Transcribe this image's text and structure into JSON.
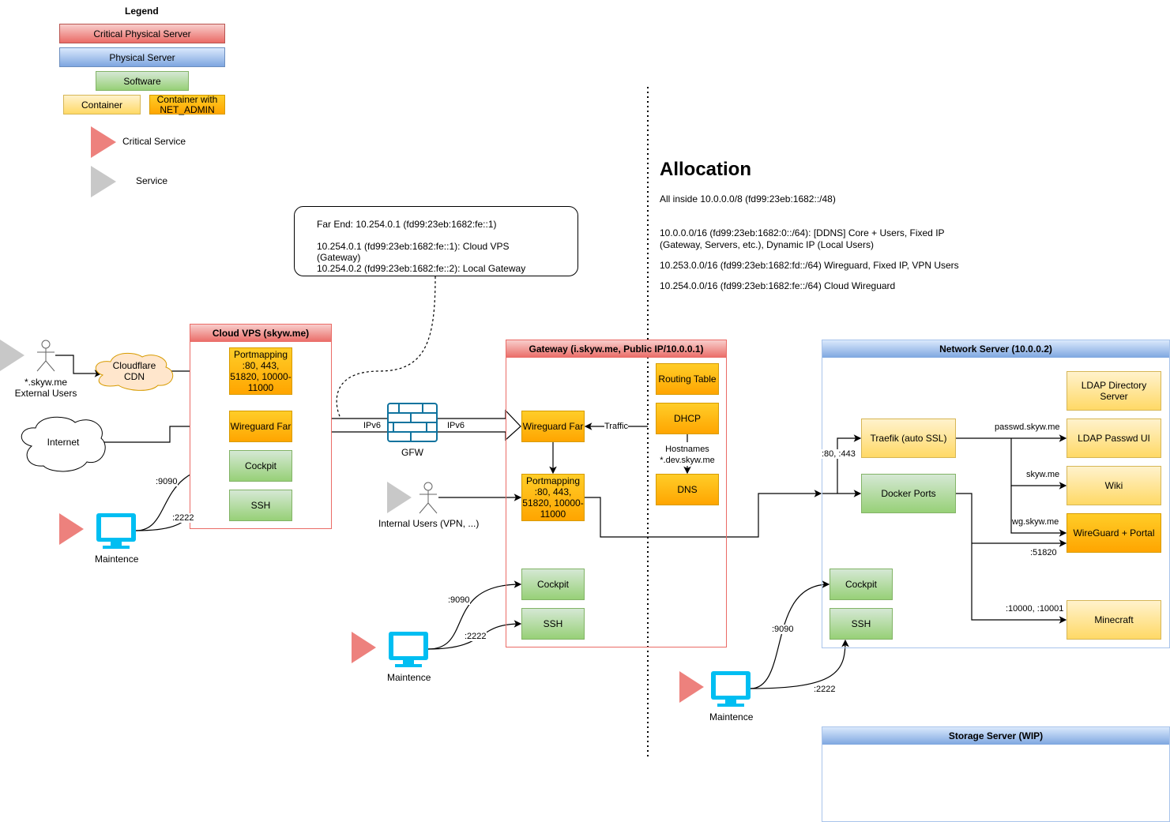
{
  "legend": {
    "title": "Legend",
    "critical_physical_server": "Critical Physical Server",
    "physical_server": "Physical Server",
    "software": "Software",
    "container": "Container",
    "container_net_admin": "Container with NET_ADMIN",
    "critical_service": "Critical Service",
    "service": "Service"
  },
  "callout": {
    "line1": "Far End: 10.254.0.1 (fd99:23eb:1682:fe::1)",
    "line2": "10.254.0.1 (fd99:23eb:1682:fe::1): Cloud VPS (Gateway)",
    "line3": "10.254.0.2 (fd99:23eb:1682:fe::2): Local Gateway"
  },
  "allocation": {
    "title": "Allocation",
    "intro": "All inside 10.0.0.0/8 (fd99:23eb:1682::/48)",
    "items": [
      "10.0.0.0/16 (fd99:23eb:1682:0::/64): [DDNS] Core + Users, Fixed IP (Gateway, Servers, etc.), Dynamic IP (Local Users)",
      "10.253.0.0/16 (fd99:23eb:1682:fd::/64) Wireguard, Fixed IP, VPN Users",
      "10.254.0.0/16 (fd99:23eb:1682:fe::/64) Cloud Wireguard"
    ]
  },
  "external": {
    "users": "*.skyw.me\nExternal Users",
    "cloudflare": "Cloudflare CDN",
    "internet": "Internet",
    "internal_users": "Internal Users (VPN, ...)",
    "gfw": "GFW",
    "ipv6": "IPv6"
  },
  "cloud_vps": {
    "title": "Cloud VPS (skyw.me)",
    "portmapping": "Portmapping :80, 443, 51820, 10000-11000",
    "wireguard": "Wireguard Far",
    "cockpit": "Cockpit",
    "ssh": "SSH",
    "maint": "Maintence",
    "port_cockpit": ":9090",
    "port_ssh": ":2222"
  },
  "gateway": {
    "title": "Gateway (i.skyw.me, Public IP/10.0.0.1)",
    "routing": "Routing Table",
    "dhcp": "DHCP",
    "dns": "DNS",
    "hostnames": "Hostnames\n*.dev.skyw.me",
    "wireguard": "Wireguard Far",
    "traffic": "Traffic",
    "portmapping": "Portmapping :80, 443, 51820, 10000-11000",
    "cockpit": "Cockpit",
    "ssh": "SSH",
    "maint": "Maintence",
    "port_cockpit": ":9090",
    "port_ssh": ":2222"
  },
  "network": {
    "title": "Network Server (10.0.0.2)",
    "ldap": "LDAP Directory Server",
    "passwd": "LDAP Passwd UI",
    "wiki": "Wiki",
    "wgportal": "WireGuard + Portal",
    "minecraft": "Minecraft",
    "traefik": "Traefik (auto SSL)",
    "docker": "Docker Ports",
    "cockpit": "Cockpit",
    "ssh": "SSH",
    "l_passwd": "passwd.skyw.me",
    "l_wiki": "skyw.me",
    "l_wg": "wg.skyw.me",
    "l_51820": ":51820",
    "l_mc": ":10000, :10001",
    "l_80": ":80, :443",
    "maint": "Maintence",
    "port_cockpit": ":9090",
    "port_ssh": ":2222"
  },
  "storage": {
    "title": "Storage Server (WIP)"
  },
  "colors": {
    "critical": "#ea6b66",
    "physical": "#7ea6e0",
    "software": "#97d077",
    "container": "#ffd966",
    "net_admin": "#ffa500",
    "monitor": "#00bef2"
  }
}
